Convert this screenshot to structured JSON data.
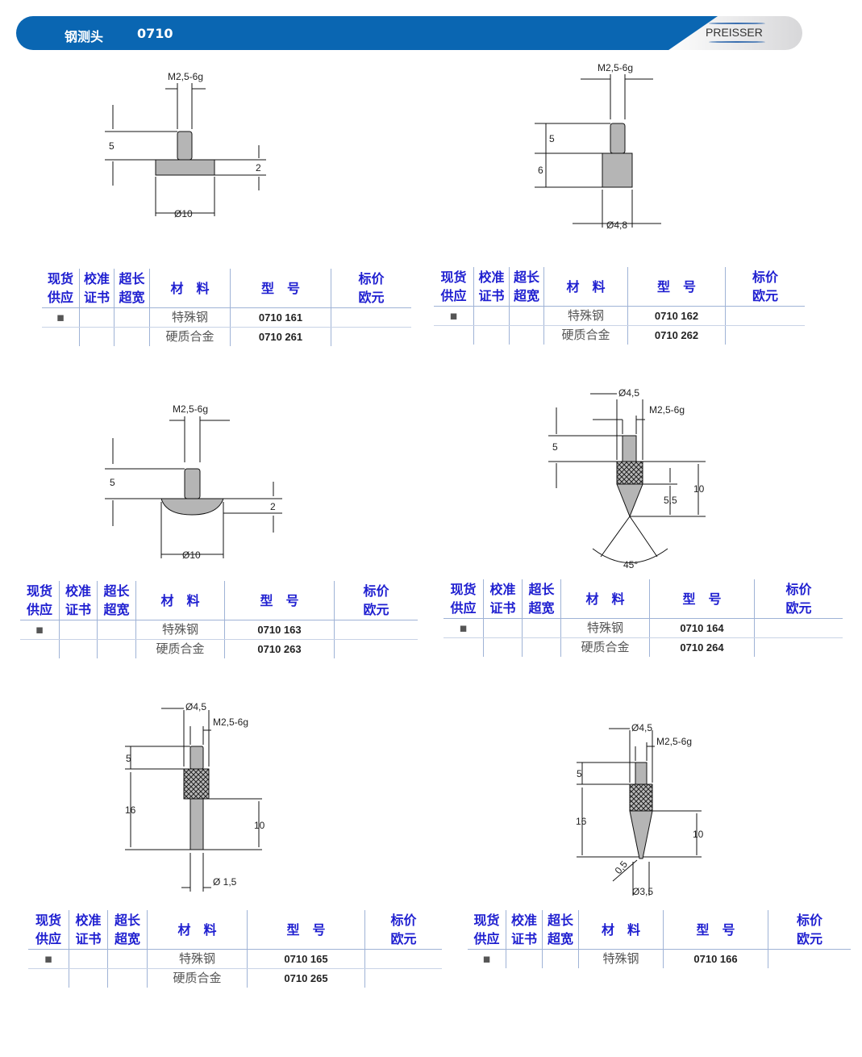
{
  "header": {
    "title": "钢测头",
    "code": "0710",
    "logo": "PREISSER"
  },
  "table_headers": {
    "stock": [
      "现货",
      "供应"
    ],
    "cert": [
      "校准",
      "证书"
    ],
    "long": [
      "超长",
      "超宽"
    ],
    "material": "材　料",
    "model": "型　号",
    "price": [
      "标价",
      "欧元"
    ]
  },
  "panels": [
    {
      "dims": {
        "thread": "M2,5-6g",
        "h1": "5",
        "h2": "2",
        "dia": "Ø10"
      },
      "rows": [
        {
          "stock": "▪",
          "material": "特殊钢",
          "model": "0710 161",
          "price": ""
        },
        {
          "stock": "",
          "material": "硬质合金",
          "model": "0710 261",
          "price": ""
        }
      ]
    },
    {
      "dims": {
        "thread": "M2,5-6g",
        "h1": "5",
        "h2": "6",
        "dia": "Ø4,8"
      },
      "rows": [
        {
          "stock": "▪",
          "material": "特殊钢",
          "model": "0710 162",
          "price": ""
        },
        {
          "stock": "",
          "material": "硬质合金",
          "model": "0710 262",
          "price": ""
        }
      ]
    },
    {
      "dims": {
        "thread": "M2,5-6g",
        "h1": "5",
        "h2": "2",
        "dia": "Ø10"
      },
      "rows": [
        {
          "stock": "▪",
          "material": "特殊钢",
          "model": "0710 163",
          "price": ""
        },
        {
          "stock": "",
          "material": "硬质合金",
          "model": "0710 263",
          "price": ""
        }
      ]
    },
    {
      "dims": {
        "dia": "Ø4,5",
        "thread": "M2,5-6g",
        "h1": "5",
        "h2": "5,5",
        "h3": "10",
        "angle": "45°"
      },
      "rows": [
        {
          "stock": "▪",
          "material": "特殊钢",
          "model": "0710 164",
          "price": ""
        },
        {
          "stock": "",
          "material": "硬质合金",
          "model": "0710 264",
          "price": ""
        }
      ]
    },
    {
      "dims": {
        "dia": "Ø4,5",
        "thread": "M2,5-6g",
        "h1": "5",
        "h2": "16",
        "h3": "10",
        "dia2": "Ø 1,5"
      },
      "rows": [
        {
          "stock": "▪",
          "material": "特殊钢",
          "model": "0710 165",
          "price": ""
        },
        {
          "stock": "",
          "material": "硬质合金",
          "model": "0710 265",
          "price": ""
        }
      ]
    },
    {
      "dims": {
        "dia": "Ø4,5",
        "thread": "M2,5-6g",
        "h1": "5",
        "h2": "16",
        "h3": "10",
        "tip": "0,5",
        "dia2": "Ø3,5"
      },
      "rows": [
        {
          "stock": "▪",
          "material": "特殊钢",
          "model": "0710 166",
          "price": ""
        }
      ]
    }
  ]
}
